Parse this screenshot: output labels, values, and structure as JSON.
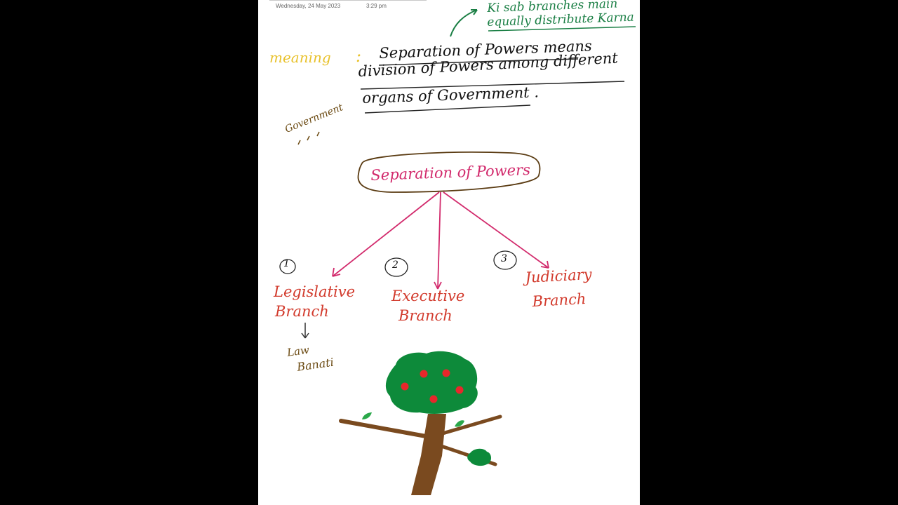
{
  "header": {
    "date": "Wednesday, 24 May 2023",
    "time": "3:29 pm"
  },
  "note_top": {
    "line1": "Ki sab branches main",
    "line2": "equally distribute Karna"
  },
  "meaning": {
    "label": "meaning",
    "colon": ":",
    "line1": "Separation of Powers means",
    "line2": "division of Powers among different",
    "line3": "organs of Government ."
  },
  "side_note": "Government",
  "center_node": "Separation of Powers",
  "branches": [
    {
      "num": "1",
      "line1": "Legislative",
      "line2": "Branch"
    },
    {
      "num": "2",
      "line1": "Executive",
      "line2": "Branch"
    },
    {
      "num": "3",
      "line1": "Judiciary",
      "line2": "Branch"
    }
  ],
  "law_note": {
    "line1": "Law",
    "line2": "Banati"
  },
  "colors": {
    "green": "#1b7f45",
    "yellow": "#e8c12a",
    "pink": "#d22a6c",
    "red": "#d23a2c",
    "brown": "#6b4a12",
    "tree_green": "#0d8a3a",
    "apple_red": "#e8272b"
  }
}
